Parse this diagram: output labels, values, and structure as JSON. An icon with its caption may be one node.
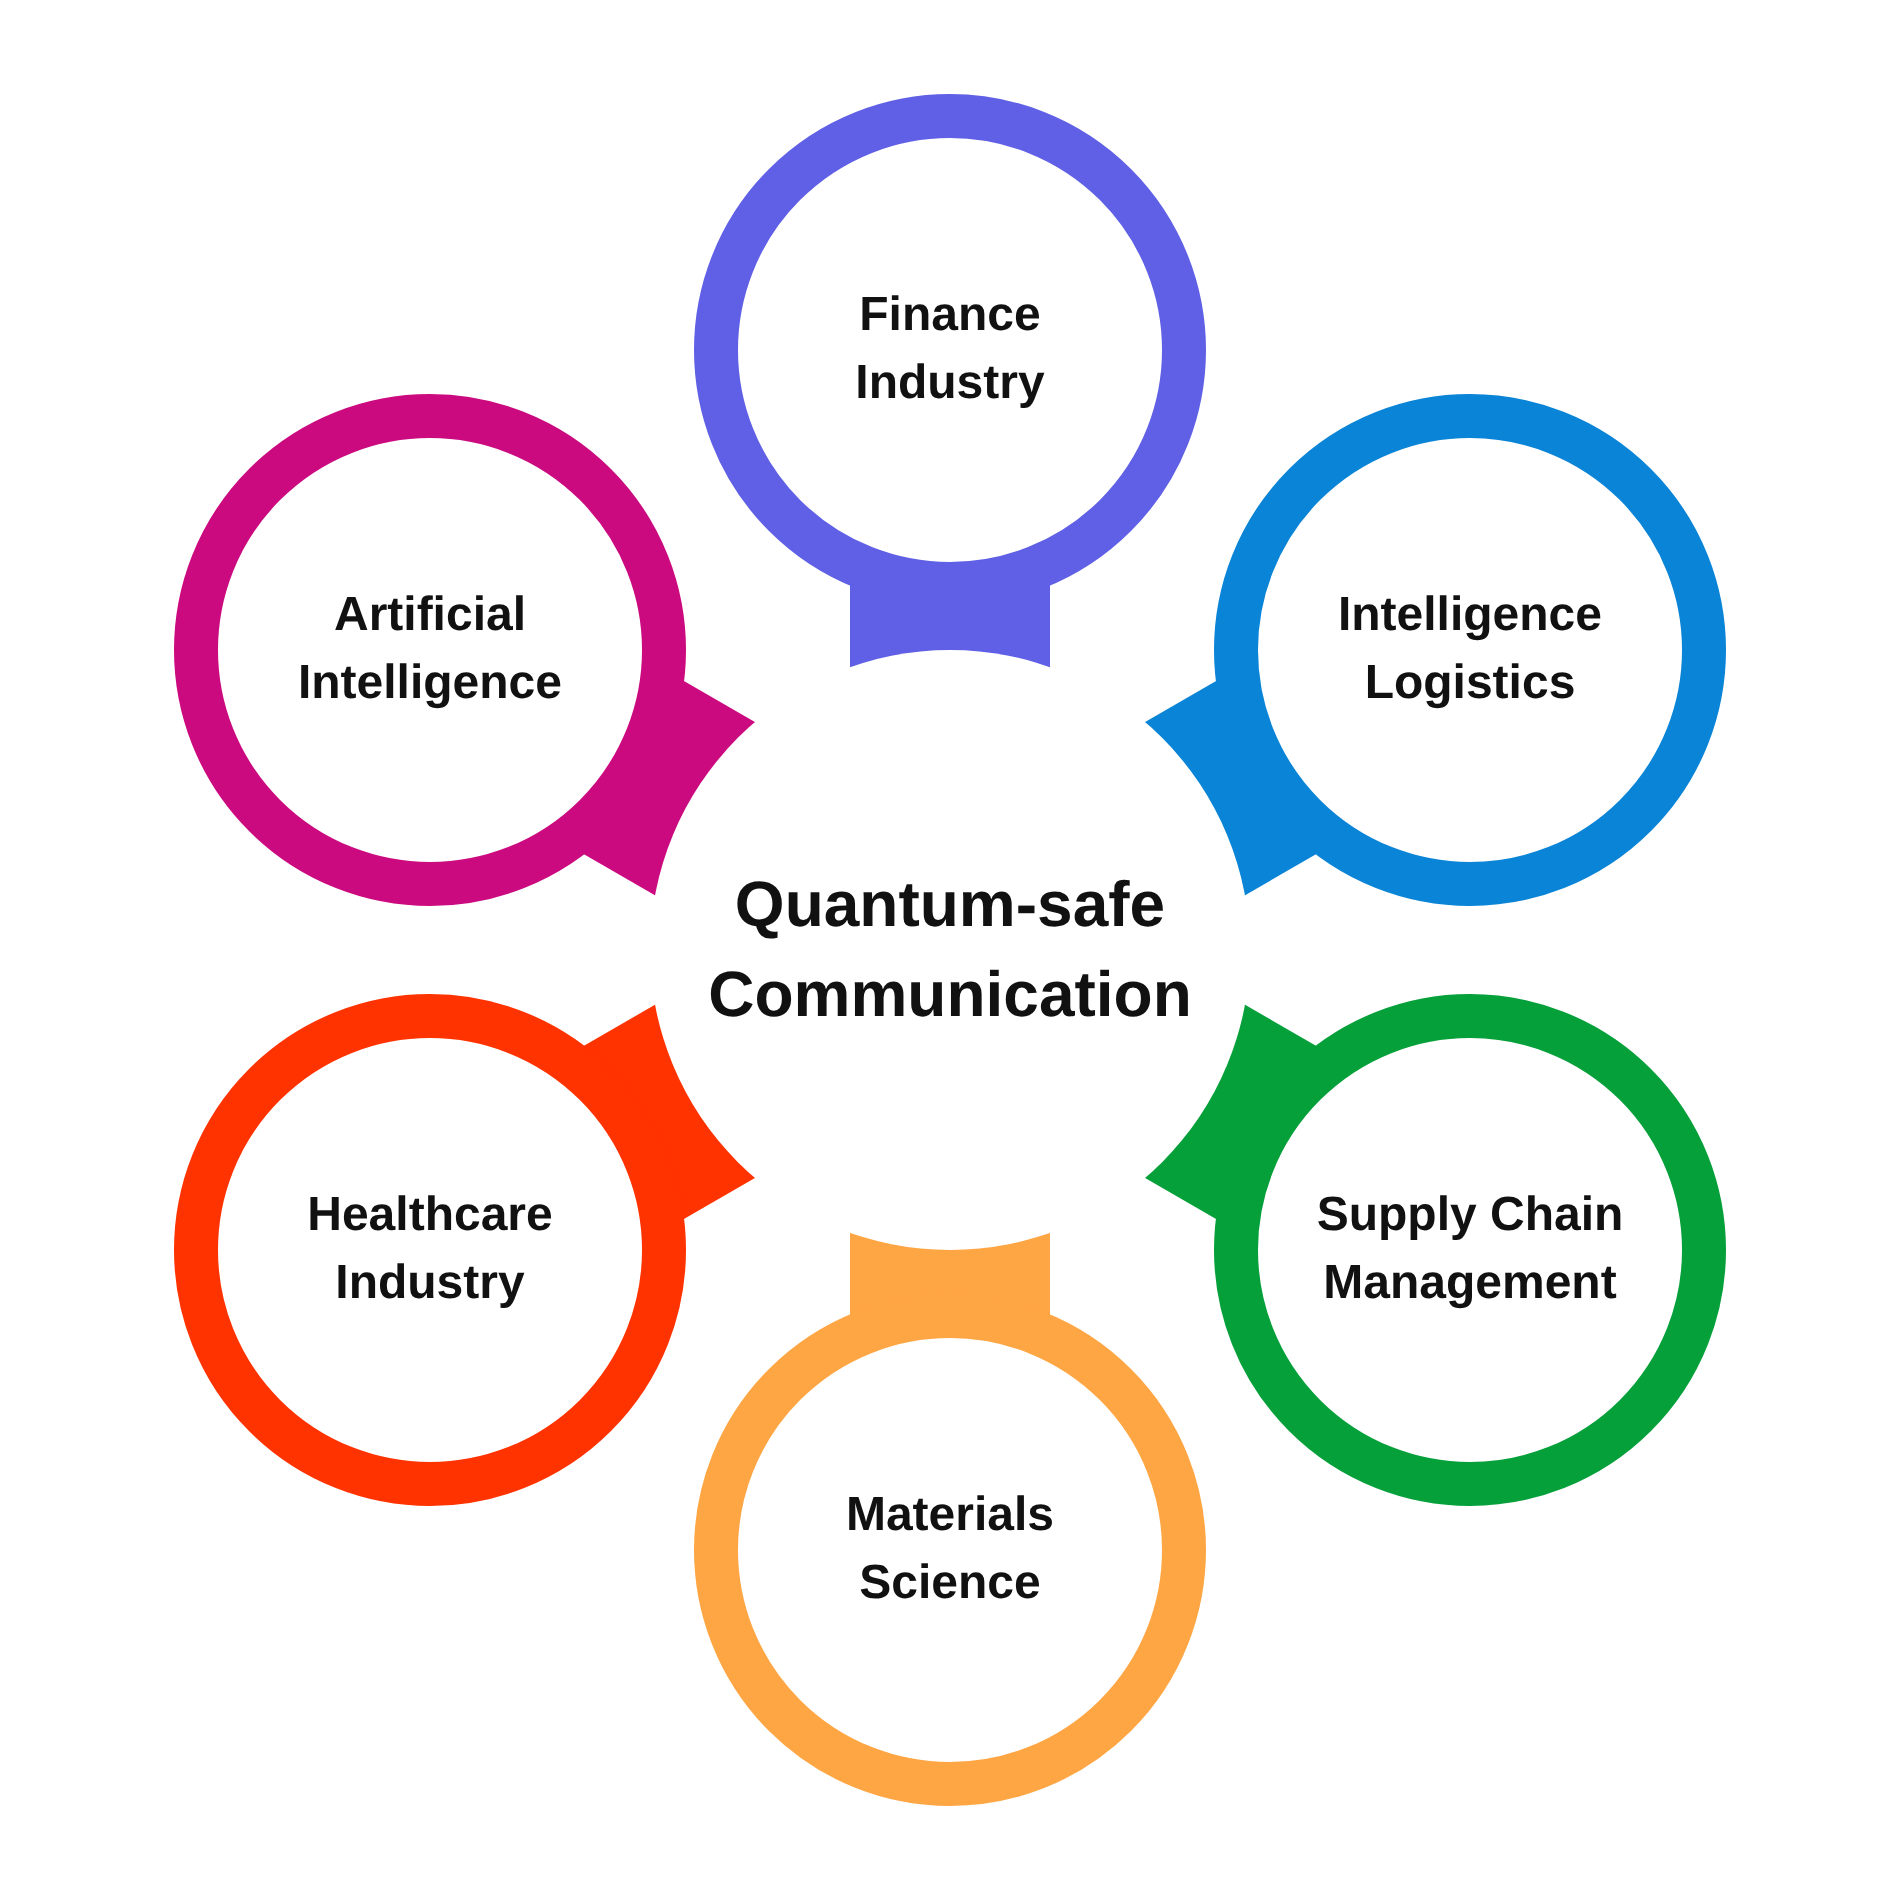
{
  "diagram": {
    "nodes": [
      {
        "text": [
          "Quantum-safe Communication"
        ]
      },
      {
        "text": [
          "Finance Industry"
        ]
      },
      {
        "text": [
          "Intelligence Logistics"
        ]
      },
      {
        "text": [
          "Supply Chain Management"
        ]
      },
      {
        "text": [
          "Materials Science"
        ]
      },
      {
        "text": [
          "Healthcare Industry"
        ]
      },
      {
        "text": [
          "Artificial Intelligence"
        ]
      }
    ],
    "edges": [
      {
        "from": 1,
        "to": 0,
        "arrow": "none",
        "color": "#6060e6"
      },
      {
        "from": 2,
        "to": 0,
        "arrow": "none",
        "color": "#0a84d6"
      },
      {
        "from": 3,
        "to": 0,
        "arrow": "none",
        "color": "#06a03a"
      },
      {
        "from": 4,
        "to": 0,
        "arrow": "none",
        "color": "#ffa644"
      },
      {
        "from": 5,
        "to": 0,
        "arrow": "none",
        "color": "#ff3300"
      },
      {
        "from": 6,
        "to": 0,
        "arrow": "none",
        "color": "#cc0a80"
      }
    ]
  }
}
